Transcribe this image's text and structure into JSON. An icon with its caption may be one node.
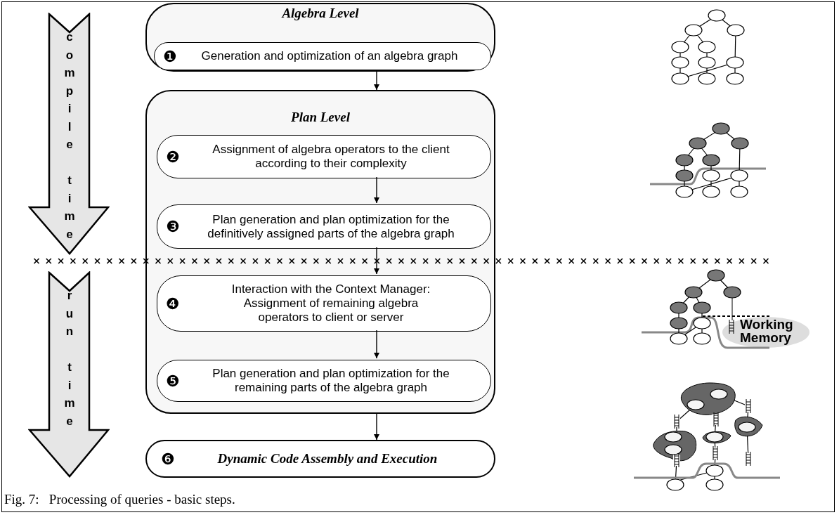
{
  "diagram": {
    "caption": "Fig. 7:   Processing of queries - basic steps.",
    "nodes": [
      {
        "text": [
          "Algebra Level"
        ]
      },
      {
        "text": [
          "❶",
          "Generation and optimization of an algebra graph"
        ],
        "in": 0
      },
      {
        "text": [
          "Plan Level"
        ]
      },
      {
        "text": [
          "❷",
          "Assignment of algebra operators to the client according to their complexity"
        ],
        "in": 2
      },
      {
        "text": [
          "❸",
          "Plan generation and plan optimization for the definitively assigned parts of the algebra graph"
        ],
        "in": 2
      },
      {
        "text": [
          "❹",
          "Interaction with the Context Manager: Assignment of remaining algebra operators to client or server"
        ],
        "in": 2
      },
      {
        "text": [
          "❺",
          "Plan generation and plan optimization for the remaining parts of the algebra graph"
        ],
        "in": 2
      },
      {
        "text": [
          "❻",
          "Dynamic Code Assembly and Execution"
        ]
      },
      {
        "text": [
          "compile time"
        ]
      },
      {
        "text": [
          "run time"
        ]
      }
    ],
    "edges": [
      {
        "from": 0,
        "to": 2,
        "arrow": "to"
      },
      {
        "from": 3,
        "to": 4,
        "arrow": "to"
      },
      {
        "from": 4,
        "to": 5,
        "arrow": "to"
      },
      {
        "from": 5,
        "to": 6,
        "arrow": "to"
      },
      {
        "from": 2,
        "to": 7,
        "arrow": "to"
      }
    ],
    "labels": [
      "Working Memory"
    ]
  }
}
